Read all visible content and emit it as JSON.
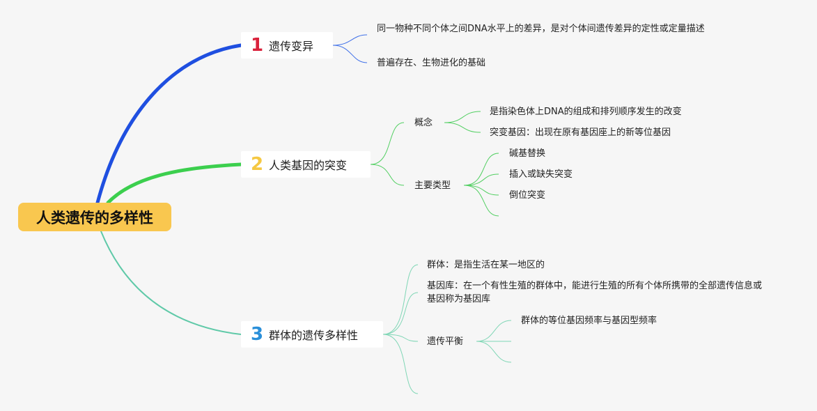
{
  "root": {
    "label": "人类遗传的多样性"
  },
  "branches": [
    {
      "number": "1",
      "label": "遗传变异",
      "children": [
        {
          "label": "同一物种不同个体之间DNA水平上的差异，是对个体间遗传差异的定性或定量描述"
        },
        {
          "label": "普遍存在、生物进化的基础"
        }
      ]
    },
    {
      "number": "2",
      "label": "人类基因的突变",
      "children": [
        {
          "label": "概念",
          "children": [
            {
              "label": "是指染色体上DNA的组成和排列顺序发生的改变"
            },
            {
              "label": "突变基因：出现在原有基因座上的新等位基因"
            }
          ]
        },
        {
          "label": "主要类型",
          "children": [
            {
              "label": "碱基替换"
            },
            {
              "label": "插入或缺失突变"
            },
            {
              "label": "倒位突变"
            }
          ]
        }
      ]
    },
    {
      "number": "3",
      "label": "群体的遗传多样性",
      "children": [
        {
          "label": "群体：是指生活在某一地区的"
        },
        {
          "label": "基因库：在一个有性生殖的群体中，能进行生殖的所有个体所携带的全部遗传信息或基因称为基因库"
        },
        {
          "label": "遗传平衡",
          "children": [
            {
              "label": "群体的等位基因频率与基因型频率"
            }
          ]
        }
      ]
    }
  ],
  "colors": {
    "root_fill": "#f9c74f",
    "branch1": "#1f4fe0",
    "branch2": "#3ccf4e",
    "branch3": "#5fc9a8",
    "badge1": "#d9213b",
    "badge2": "#f5c842",
    "badge3": "#2a8fd9",
    "sub1": "#3e6fe8",
    "sub2": "#52cf62",
    "sub3": "#7fd6b5"
  }
}
